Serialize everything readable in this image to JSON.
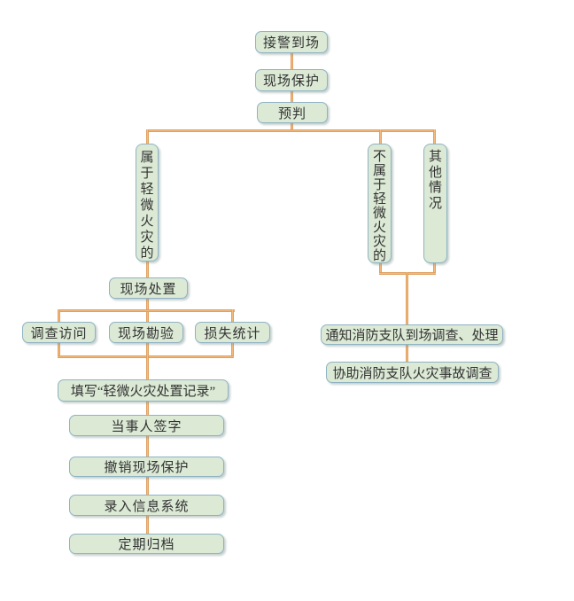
{
  "diagram": {
    "type": "flowchart",
    "language": "zh-CN",
    "nodes": {
      "jiejing_daochang": "接警到场",
      "xianchang_baohu": "现场保护",
      "yupan": "预判",
      "shuyu_qingwei": "属于轻微火灾的",
      "bu_shuyu_qingwei": "不属于轻微火灾的",
      "qita_qingkuang": "其他情况",
      "xianchang_chuzhi": "现场处置",
      "diaocha_fangwen": "调查访问",
      "xianchang_kanyan": "现场勘验",
      "sunshi_tongji": "损失统计",
      "tianxie_jilu": "填写“轻微火灾处置记录”",
      "dangshiren_qianzi": "当事人签字",
      "chexiao_baohu": "撤销现场保护",
      "luru_xitong": "录入信息系统",
      "dingqi_guidang": "定期归档",
      "tongzhi_zhidui": "通知消防支队到场调查、处理",
      "xiezhu_zhidui": "协助消防支队火灾事故调查"
    },
    "edges": [
      {
        "from": "jiejing_daochang",
        "to": "xianchang_baohu"
      },
      {
        "from": "xianchang_baohu",
        "to": "yupan"
      },
      {
        "from": "yupan",
        "to": "shuyu_qingwei"
      },
      {
        "from": "yupan",
        "to": "bu_shuyu_qingwei"
      },
      {
        "from": "yupan",
        "to": "qita_qingkuang"
      },
      {
        "from": "shuyu_qingwei",
        "to": "xianchang_chuzhi"
      },
      {
        "from": "xianchang_chuzhi",
        "to": "diaocha_fangwen"
      },
      {
        "from": "xianchang_chuzhi",
        "to": "xianchang_kanyan"
      },
      {
        "from": "xianchang_chuzhi",
        "to": "sunshi_tongji"
      },
      {
        "from": "diaocha_fangwen",
        "to": "tianxie_jilu"
      },
      {
        "from": "xianchang_kanyan",
        "to": "tianxie_jilu"
      },
      {
        "from": "sunshi_tongji",
        "to": "tianxie_jilu"
      },
      {
        "from": "tianxie_jilu",
        "to": "dangshiren_qianzi"
      },
      {
        "from": "dangshiren_qianzi",
        "to": "chexiao_baohu"
      },
      {
        "from": "chexiao_baohu",
        "to": "luru_xitong"
      },
      {
        "from": "luru_xitong",
        "to": "dingqi_guidang"
      },
      {
        "from": "bu_shuyu_qingwei",
        "to": "tongzhi_zhidui"
      },
      {
        "from": "qita_qingkuang",
        "to": "tongzhi_zhidui"
      },
      {
        "from": "tongzhi_zhidui",
        "to": "xiezhu_zhidui"
      }
    ]
  },
  "colors": {
    "box_fill": "#dbe9d5",
    "box_border": "#8fb3c3",
    "connector_edge": "#cd8845",
    "connector_core": "#f3ba7e",
    "text_color": "#333333"
  }
}
